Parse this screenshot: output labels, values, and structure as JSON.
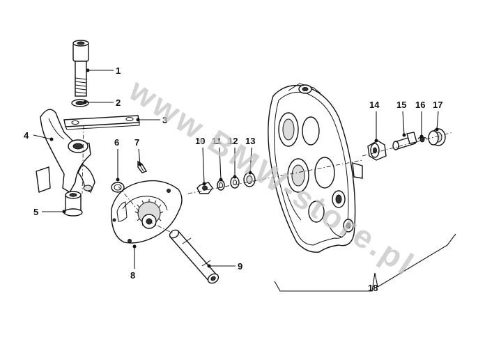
{
  "watermark": "www.BMW-store.pl",
  "callouts": [
    "1",
    "2",
    "3",
    "4",
    "5",
    "6",
    "7",
    "8",
    "9",
    "10",
    "11",
    "12",
    "13",
    "14",
    "15",
    "16",
    "17",
    "18"
  ]
}
